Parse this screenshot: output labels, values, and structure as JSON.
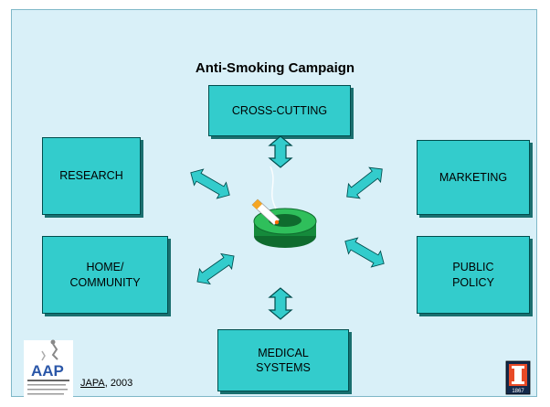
{
  "title": "Anti-Smoking Campaign",
  "boxes": {
    "cross_cutting": "CROSS-CUTTING",
    "research": "RESEARCH",
    "marketing": "MARKETING",
    "home_community": "HOME/\nCOMMUNITY",
    "public_policy": "PUBLIC\nPOLICY",
    "medical_systems": "MEDICAL\nSYSTEMS"
  },
  "footer": {
    "citation_link": "JAPA",
    "citation_rest": ", 2003"
  },
  "logos": {
    "left": "AAP",
    "right": "1867"
  },
  "colors": {
    "slide_bg": "#d9f0f8",
    "box_fill": "#33cccc",
    "arrow_fill": "#33cccc",
    "ashtray_green": "#1f9e4a"
  },
  "icons": [
    "double-arrow-icon",
    "ashtray-icon",
    "cigarette-icon"
  ]
}
